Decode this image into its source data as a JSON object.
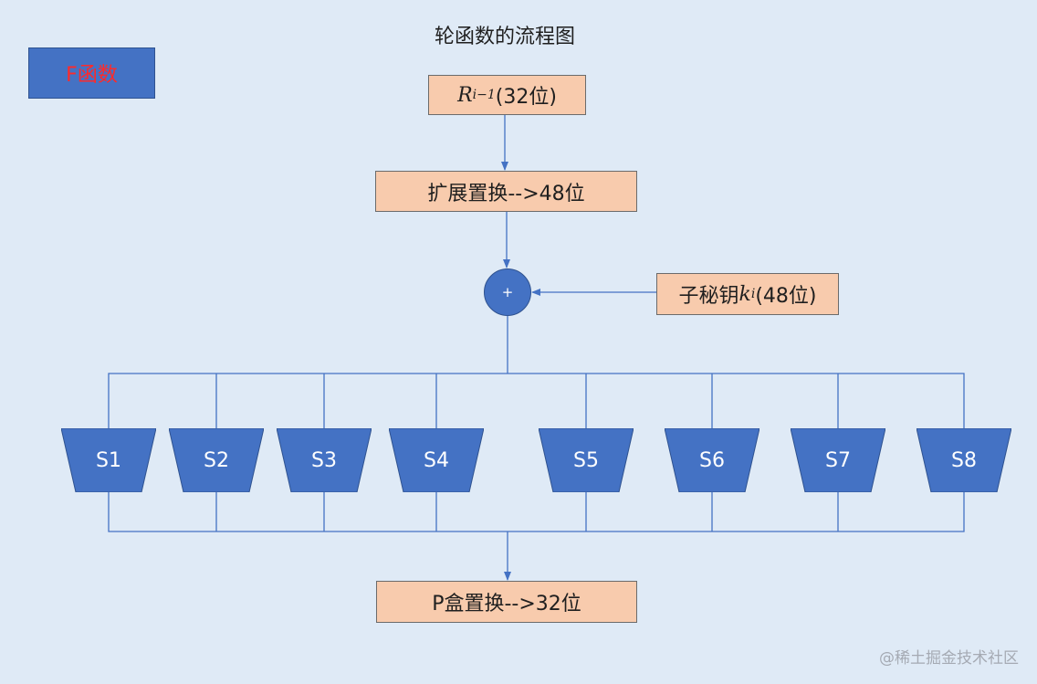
{
  "title": "轮函数的流程图",
  "f_label": "F函数",
  "r_box": {
    "var": "R",
    "sub": "i−1",
    "suffix": "(32位)"
  },
  "expand_box": "扩展置换-->48位",
  "plus_symbol": "+",
  "key_box": {
    "prefix": "子秘钥",
    "var": "k",
    "sub": "i",
    "suffix": "(48位)"
  },
  "sboxes": [
    "S1",
    "S2",
    "S3",
    "S4",
    "S5",
    "S6",
    "S7",
    "S8"
  ],
  "p_box": "P盒置换-->32位",
  "watermark": "@稀土掘金技术社区",
  "colors": {
    "shape_fill": "#4472c4",
    "box_fill": "#f8cbad",
    "f_text": "#ff2a2a",
    "background": "#dfeaf6"
  }
}
